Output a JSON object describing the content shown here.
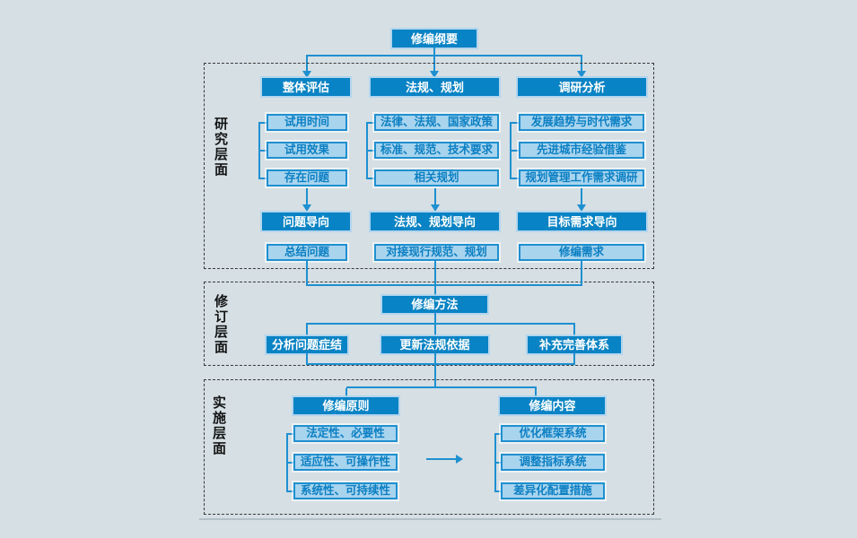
{
  "diagram": {
    "root_label": "修编纲要",
    "sections": [
      {
        "label": "研究层面",
        "columns": [
          {
            "header": "整体评估",
            "items": [
              "试用时间",
              "试用效果",
              "存在问题"
            ],
            "orientation": "问题导向",
            "result": "总结问题"
          },
          {
            "header": "法规、规划",
            "items": [
              "法律、法规、国家政策",
              "标准、规范、技术要求",
              "相关规划"
            ],
            "orientation": "法规、规划导向",
            "result": "对接现行规范、规划"
          },
          {
            "header": "调研分析",
            "items": [
              "发展趋势与时代需求",
              "先进城市经验借鉴",
              "规划管理工作需求调研"
            ],
            "orientation": "目标需求导向",
            "result": "修编需求"
          }
        ]
      },
      {
        "label": "修订层面",
        "method": "修编方法",
        "actions": [
          "分析问题症结",
          "更新法规依据",
          "补充完善体系"
        ]
      },
      {
        "label": "实施层面",
        "groups": [
          {
            "header": "修编原则",
            "items": [
              "法定性、必要性",
              "适应性、可操作性",
              "系统性、可持续性"
            ]
          },
          {
            "header": "修编内容",
            "items": [
              "优化框架系统",
              "调整指标系统",
              "差异化配置措施"
            ]
          }
        ]
      }
    ],
    "colors": {
      "accent": "#0883C5",
      "light_fill": "#A8D4EE",
      "line": "#1E90D0",
      "background": "#D5DFE4"
    }
  }
}
